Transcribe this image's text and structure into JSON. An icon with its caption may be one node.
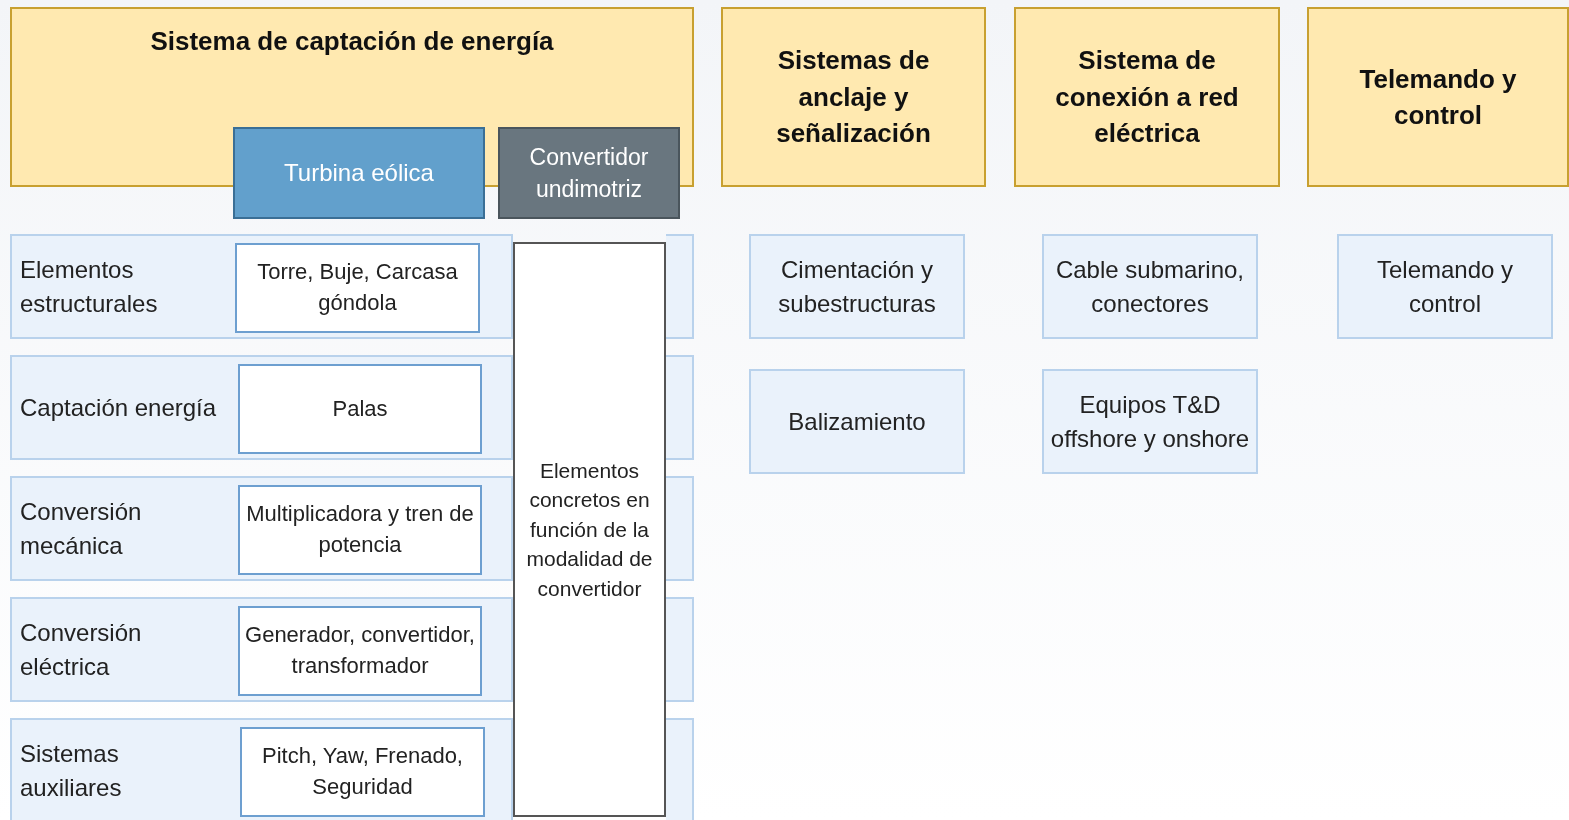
{
  "diagram": {
    "nodes": [
      {
        "text": [
          "Sistema de captación de energía"
        ]
      },
      {
        "text": [
          "Turbina eólica"
        ]
      },
      {
        "text": [
          "Convertidor undimotriz"
        ]
      },
      {
        "text": [
          "Sistemas de anclaje y señalización"
        ]
      },
      {
        "text": [
          "Sistema de conexión a red eléctrica"
        ]
      },
      {
        "text": [
          "Telemando y control"
        ]
      },
      {
        "text": [
          "Elementos estructurales"
        ]
      },
      {
        "text": [
          "Torre, Buje, Carcasa góndola"
        ],
        "in": 6
      },
      {
        "text": [
          "Elementos concretos en función de la modalidad de convertidor"
        ]
      },
      {
        "text": [
          "Cimentación y subestructuras"
        ]
      },
      {
        "text": [
          "Cable submarino, conectores"
        ]
      },
      {
        "text": [
          "Telemando y control"
        ]
      },
      {
        "text": [
          "Captación energía"
        ]
      },
      {
        "text": [
          "Palas"
        ],
        "in": 12
      },
      {
        "text": [
          "Balizamiento"
        ]
      },
      {
        "text": [
          "Equipos T&D offshore y onshore"
        ]
      },
      {
        "text": [
          "Conversión mecánica"
        ]
      },
      {
        "text": [
          "Multiplicadora y tren de potencia"
        ],
        "in": 16
      },
      {
        "text": [
          "Conversión eléctrica"
        ]
      },
      {
        "text": [
          "Generador, convertidor, transformador"
        ],
        "in": 18
      },
      {
        "text": [
          "Sistemas auxiliares"
        ]
      },
      {
        "text": [
          "Pitch, Yaw, Frenado, Seguridad"
        ],
        "in": 20
      }
    ]
  }
}
